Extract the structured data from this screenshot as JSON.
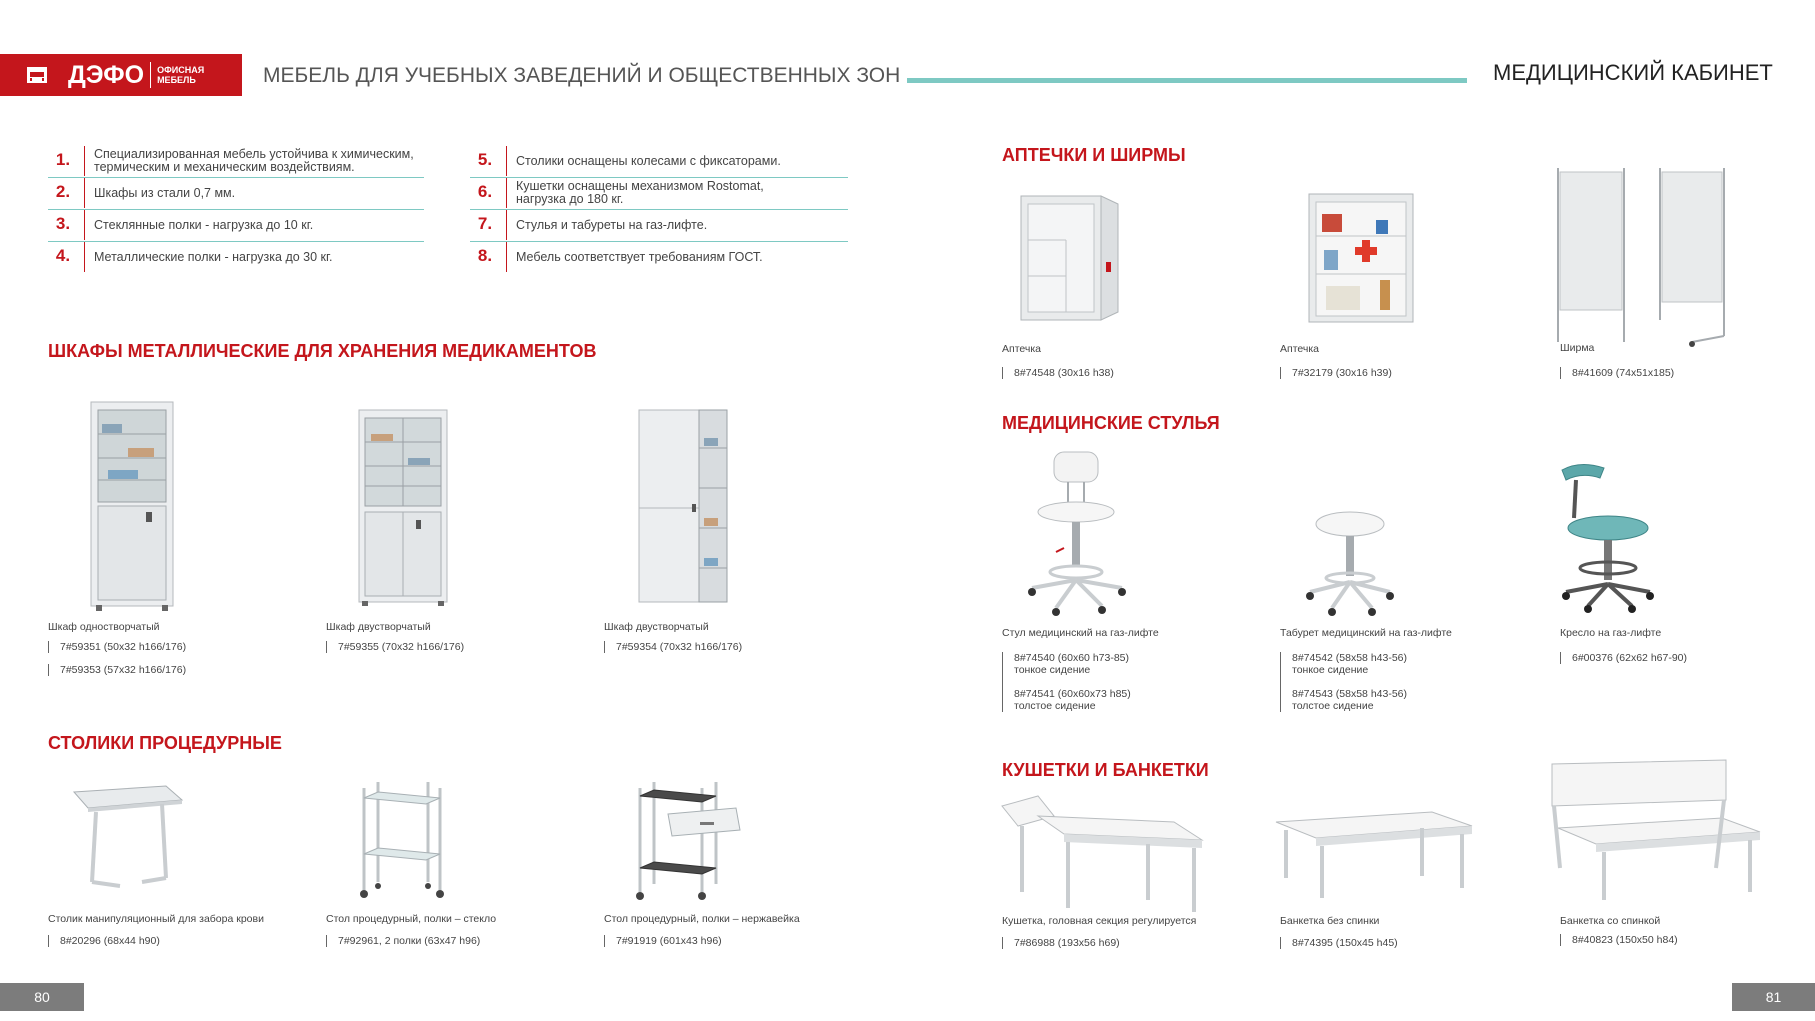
{
  "header": {
    "brand": "ДЭФО",
    "brand_sub": "ОФИСНАЯ МЕБЕЛЬ",
    "left_title": "МЕБЕЛЬ ДЛЯ УЧЕБНЫХ ЗАВЕДЕНИЙ И ОБЩЕСТВЕННЫХ ЗОН",
    "right_title": "МЕДИЦИНСКИЙ КАБИНЕТ"
  },
  "features": [
    {
      "num": "1.",
      "text": "Специализированная мебель устойчива к химическим, термическим и механическим воздействиям."
    },
    {
      "num": "2.",
      "text": "Шкафы из стали 0,7 мм."
    },
    {
      "num": "3.",
      "text": "Стеклянные полки - нагрузка до 10 кг."
    },
    {
      "num": "4.",
      "text": "Металлические полки - нагрузка до 30 кг."
    },
    {
      "num": "5.",
      "text": "Столики оснащены колесами с фиксаторами."
    },
    {
      "num": "6.",
      "text": "Кушетки оснащены механизмом Rostomat, нагрузка до 180 кг."
    },
    {
      "num": "7.",
      "text": "Стулья и табуреты на газ-лифте."
    },
    {
      "num": "8.",
      "text": "Мебель соответствует требованиям ГОСТ."
    }
  ],
  "sections": {
    "cabinets": "ШКАФЫ МЕТАЛЛИЧЕСКИЕ ДЛЯ ХРАНЕНИЯ МЕДИКАМЕНТОВ",
    "tables": "СТОЛИКИ ПРОЦЕДУРНЫЕ",
    "firstaid": "АПТЕЧКИ И ШИРМЫ",
    "chairs": "МЕДИЦИНСКИЕ СТУЛЬЯ",
    "couches": "КУШЕТКИ И БАНКЕТКИ"
  },
  "products": {
    "cab1": {
      "name": "Шкаф одностворчатый",
      "codes": [
        "7#59351 (50x32 h166/176)",
        "7#59353 (57x32 h166/176)"
      ]
    },
    "cab2": {
      "name": "Шкаф двустворчатый",
      "codes": [
        "7#59355 (70x32 h166/176)"
      ]
    },
    "cab3": {
      "name": "Шкаф двустворчатый",
      "codes": [
        "7#59354 (70x32 h166/176)"
      ]
    },
    "tab1": {
      "name": "Столик манипуляционный для забора крови",
      "codes": [
        "8#20296 (68x44 h90)"
      ]
    },
    "tab2": {
      "name": "Стол процедурный, полки – стекло",
      "codes": [
        "7#92961, 2 полки (63x47 h96)"
      ]
    },
    "tab3": {
      "name": "Стол процедурный, полки – нержавейка",
      "codes": [
        "7#91919 (601x43 h96)"
      ]
    },
    "aid1": {
      "name": "Аптечка",
      "codes": [
        "8#74548 (30x16 h38)"
      ]
    },
    "aid2": {
      "name": "Аптечка",
      "codes": [
        "7#32179 (30x16 h39)"
      ]
    },
    "scr1": {
      "name": "Ширма",
      "codes": [
        "8#41609 (74x51x185)"
      ]
    },
    "ch1": {
      "name": "Стул медицинский на газ-лифте",
      "codes": [
        "8#74540 (60x60 h73-85)",
        "тонкое сидение",
        "8#74541 (60x60x73 h85)",
        "толстое сидение"
      ]
    },
    "ch2": {
      "name": "Табурет медицинский на газ-лифте",
      "codes": [
        "8#74542 (58x58 h43-56)",
        "тонкое сидение",
        "8#74543 (58x58 h43-56)",
        "толстое сидение"
      ]
    },
    "ch3": {
      "name": "Кресло на газ-лифте",
      "codes": [
        "6#00376 (62x62 h67-90)"
      ]
    },
    "co1": {
      "name": "Кушетка, головная секция регулируется",
      "codes": [
        "7#86988 (193x56 h69)"
      ]
    },
    "co2": {
      "name": "Банкетка без спинки",
      "codes": [
        "8#74395 (150x45 h45)"
      ]
    },
    "co3": {
      "name": "Банкетка со спинкой",
      "codes": [
        "8#40823 (150x50 h84)"
      ]
    }
  },
  "pages": {
    "left": "80",
    "right": "81"
  },
  "colors": {
    "brand_red": "#c4161c",
    "accent_teal": "#7ec9c3",
    "gray_tab": "#7c7c7c"
  }
}
